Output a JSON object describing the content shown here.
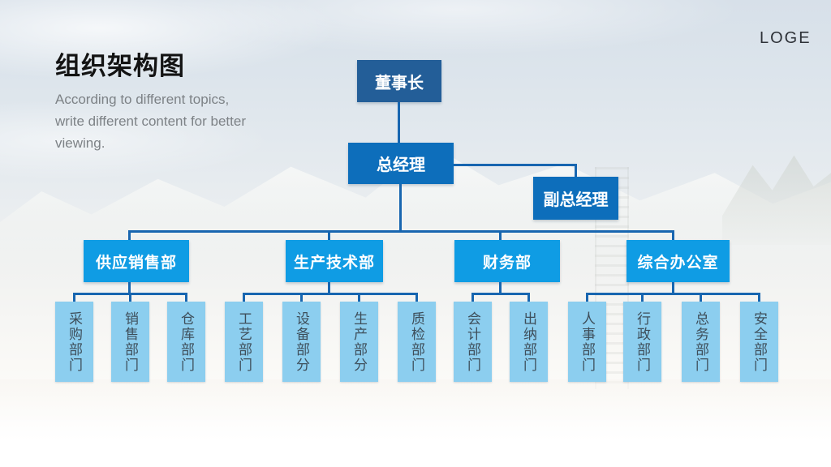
{
  "logo": "LOGE",
  "header": {
    "title": "组织架构图",
    "subtitle_lines": [
      "According to different topics,",
      "write different content for better",
      "viewing."
    ]
  },
  "org": {
    "chairman": {
      "label": "董事长"
    },
    "general_manager": {
      "label": "总经理"
    },
    "deputy_general_manager": {
      "label": "副总经理"
    },
    "departments": [
      {
        "label": "供应销售部",
        "children": [
          "采购部门",
          "销售部门",
          "仓库部门"
        ]
      },
      {
        "label": "生产技术部",
        "children": [
          "工艺部门",
          "设备部分",
          "生产部分",
          "质检部门"
        ]
      },
      {
        "label": "财务部",
        "children": [
          "会计部门",
          "出纳部门"
        ]
      },
      {
        "label": "综合办公室",
        "children": [
          "人事部门",
          "行政部门",
          "总务部门",
          "安全部门"
        ]
      }
    ]
  },
  "colors": {
    "chairman_box": "#235e98",
    "manager_box": "#0d6ebb",
    "department_box": "#0f9ce4",
    "leaf_box": "#8cceef",
    "connector": "#1866b0",
    "leaf_text": "#3e4e5a"
  }
}
